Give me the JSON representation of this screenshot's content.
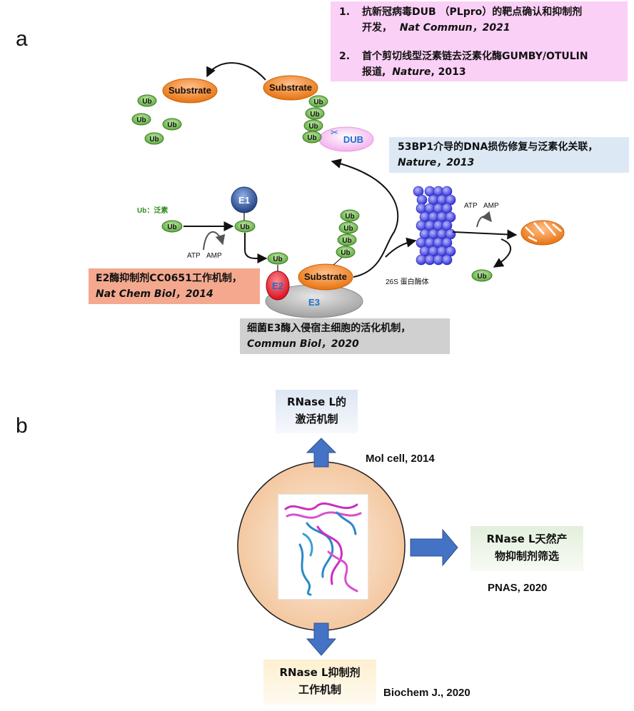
{
  "panels": {
    "a": "a",
    "b": "b"
  },
  "refs": {
    "pink": {
      "r1_num": "1.",
      "r1_line1": "抗新冠病毒DUB （PLpro）的靶点确认和抑制剂",
      "r1_line2a": "开发，",
      "r1_line2b": "Nat Commun，2021",
      "r2_num": "2.",
      "r2_line1": "首个剪切线型泛素链去泛素化酶GUMBY/OTULIN",
      "r2_line2a": "报道,",
      "r2_line2b": "Nature",
      "r2_line2c": ", 2013"
    },
    "blue": {
      "line1": "53BP1介导的DNA损伤修复与泛素化关联，",
      "line2": "Nature，2013"
    },
    "salmon": {
      "line1": "E2酶抑制剂CC0651工作机制，",
      "line2": "Nat Chem Biol，2014"
    },
    "gray": {
      "line1": "细菌E3酶入侵宿主细胞的活化机制，",
      "line2": "Commun Biol，2020"
    }
  },
  "diagram": {
    "ub": "Ub",
    "ub_legend": "Ub：泛素",
    "substrate": "Substrate",
    "dub": "DUB",
    "e1": "E1",
    "e2": "E2",
    "e3": "E3",
    "atp": "ATP",
    "amp": "AMP",
    "proteasome": "26S 蛋白酶体"
  },
  "panel_b": {
    "top_box": {
      "line1": "RNase L的",
      "line2": "激活机制"
    },
    "right_box": {
      "line1": "RNase L天然产",
      "line2": "物抑制剂筛选"
    },
    "bottom_box": {
      "line1": "RNase L抑制剂",
      "line2": "工作机制"
    },
    "cite_top": "Mol cell, 2014",
    "cite_right": "PNAS, 2020",
    "cite_bottom": "Biochem J., 2020"
  },
  "colors": {
    "ub_green": "#7cc05a",
    "substrate_orange": "#f07f1c",
    "dub_pink": "#f7b8f0",
    "e1_blue": "#2f5496",
    "e2_red": "#e8202a",
    "e3_gray": "#b3b3b3",
    "proteasome_blue": "#4a4ae6",
    "arrow_blue": "#4472c4"
  }
}
